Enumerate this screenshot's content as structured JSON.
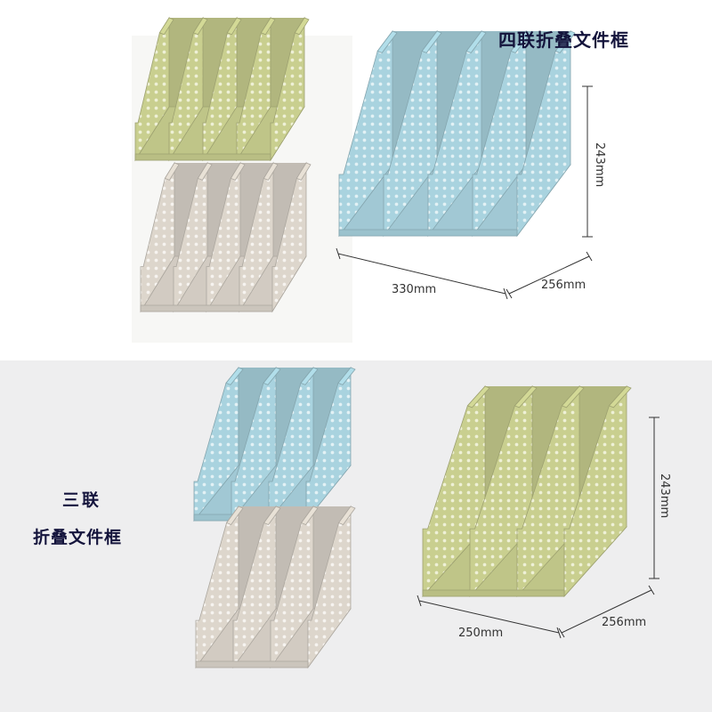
{
  "top": {
    "title": "四联折叠文件框",
    "dimensions": {
      "height": "243mm",
      "width": "330mm",
      "depth": "256mm"
    }
  },
  "bottom": {
    "title_line1": "三联",
    "title_line2": "折叠文件框",
    "dimensions": {
      "height": "243mm",
      "width": "250mm",
      "depth": "256mm"
    }
  },
  "colors": {
    "green": "#c9cf8f",
    "blue": "#a9d3df",
    "beige": "#ddd6cc",
    "top_background": "#ffffff",
    "bottom_background": "#eeeeef",
    "title_text": "#14143c"
  },
  "products": [
    {
      "name": "four-slot-file-box-green",
      "color": "green"
    },
    {
      "name": "four-slot-file-box-beige",
      "color": "beige"
    },
    {
      "name": "four-slot-file-box-blue",
      "color": "blue"
    },
    {
      "name": "three-slot-file-box-blue",
      "color": "blue"
    },
    {
      "name": "three-slot-file-box-beige",
      "color": "beige"
    },
    {
      "name": "three-slot-file-box-green",
      "color": "green"
    }
  ]
}
